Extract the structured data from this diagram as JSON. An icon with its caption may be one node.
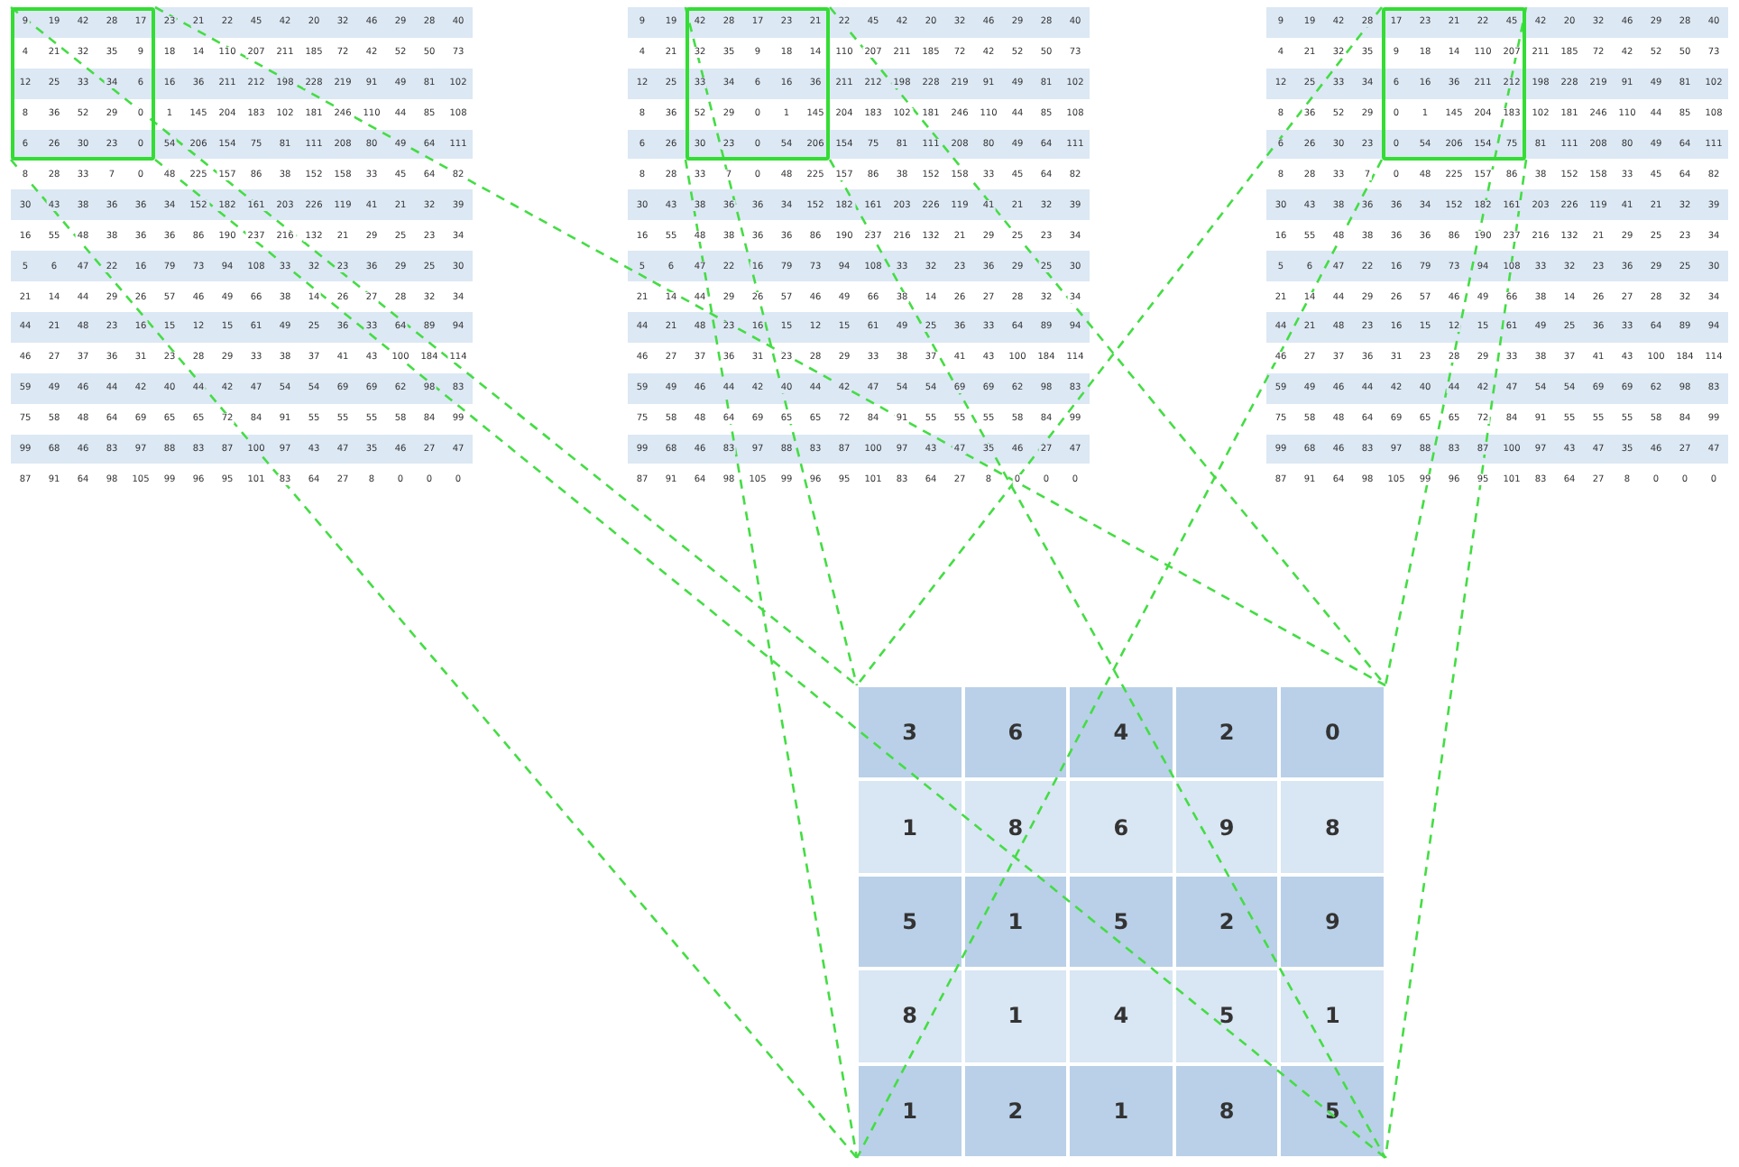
{
  "diagram": {
    "nodes": [
      {
        "text": [],
        "shape": "box"
      },
      {
        "text": [],
        "shape": "box"
      },
      {
        "text": [],
        "shape": "box"
      },
      {
        "text": [
          "3",
          "6",
          "4",
          "2",
          "0",
          "1",
          "8",
          "6",
          "9",
          "8",
          "5",
          "1",
          "5",
          "2",
          "9",
          "8",
          "1",
          "4",
          "5",
          "1",
          "1",
          "2",
          "1",
          "8",
          "5"
        ]
      }
    ],
    "edges": [
      {
        "from": 0,
        "to": 3,
        "arrow": "none",
        "style": "dashed"
      },
      {
        "from": 0,
        "to": 3,
        "arrow": "none",
        "style": "dashed"
      },
      {
        "from": 0,
        "to": 3,
        "arrow": "none",
        "style": "dashed"
      },
      {
        "from": 0,
        "to": 3,
        "arrow": "none",
        "style": "dashed"
      },
      {
        "from": 1,
        "to": 3,
        "arrow": "none",
        "style": "dashed"
      },
      {
        "from": 1,
        "to": 3,
        "arrow": "none",
        "style": "dashed"
      },
      {
        "from": 1,
        "to": 3,
        "arrow": "none",
        "style": "dashed"
      },
      {
        "from": 1,
        "to": 3,
        "arrow": "none",
        "style": "dashed"
      },
      {
        "from": 2,
        "to": 3,
        "arrow": "none",
        "style": "dashed"
      },
      {
        "from": 2,
        "to": 3,
        "arrow": "none",
        "style": "dashed"
      },
      {
        "from": 2,
        "to": 3,
        "arrow": "none",
        "style": "dashed"
      },
      {
        "from": 2,
        "to": 3,
        "arrow": "none",
        "style": "dashed"
      }
    ],
    "labels": [
      "9",
      "19",
      "42",
      "28",
      "17",
      "23",
      "21",
      "22",
      "45",
      "42",
      "20",
      "32",
      "46",
      "29",
      "28",
      "40",
      "4",
      "21",
      "32",
      "35",
      "9",
      "18",
      "14",
      "110",
      "207",
      "211",
      "185",
      "72",
      "42",
      "52",
      "50",
      "73",
      "12",
      "25",
      "33",
      "34",
      "6",
      "16",
      "36",
      "211",
      "212",
      "198",
      "228",
      "219",
      "91",
      "49",
      "81",
      "102",
      "8",
      "36",
      "52",
      "29",
      "0",
      "1",
      "145",
      "204",
      "183",
      "102",
      "181",
      "246",
      "110",
      "44",
      "85",
      "108",
      "6",
      "26",
      "30",
      "23",
      "0",
      "54",
      "206",
      "154",
      "75",
      "81",
      "111",
      "208",
      "80",
      "49",
      "64",
      "111",
      "8",
      "28",
      "33",
      "7",
      "0",
      "48",
      "225",
      "157",
      "86",
      "38",
      "152",
      "158",
      "33",
      "45",
      "64",
      "82",
      "30",
      "43",
      "38",
      "36",
      "36",
      "34",
      "152",
      "182",
      "161",
      "203",
      "226",
      "119",
      "41",
      "21",
      "32",
      "39",
      "16",
      "55",
      "48",
      "38",
      "36",
      "36",
      "86",
      "190",
      "237",
      "216",
      "132",
      "21",
      "29",
      "25",
      "23",
      "34",
      "5",
      "6",
      "47",
      "22",
      "16",
      "79",
      "73",
      "94",
      "108",
      "33",
      "32",
      "23",
      "36",
      "29",
      "25",
      "30",
      "21",
      "14",
      "44",
      "29",
      "26",
      "57",
      "46",
      "49",
      "66",
      "38",
      "14",
      "26",
      "27",
      "28",
      "32",
      "34",
      "44",
      "21",
      "48",
      "23",
      "16",
      "15",
      "12",
      "15",
      "61",
      "49",
      "25",
      "36",
      "33",
      "64",
      "89",
      "94",
      "46",
      "27",
      "37",
      "36",
      "31",
      "23",
      "28",
      "29",
      "33",
      "38",
      "37",
      "41",
      "43",
      "100",
      "184",
      "114",
      "59",
      "49",
      "46",
      "44",
      "42",
      "40",
      "44",
      "42",
      "47",
      "54",
      "54",
      "69",
      "69",
      "62",
      "98",
      "83",
      "75",
      "58",
      "48",
      "64",
      "69",
      "65",
      "65",
      "72",
      "84",
      "91",
      "55",
      "55",
      "55",
      "58",
      "84",
      "99",
      "99",
      "68",
      "46",
      "83",
      "97",
      "88",
      "83",
      "87",
      "100",
      "97",
      "43",
      "47",
      "35",
      "46",
      "27",
      "47",
      "87",
      "91",
      "64",
      "98",
      "105",
      "99",
      "96",
      "95",
      "101",
      "83",
      "64",
      "27",
      "8",
      "0",
      "0",
      "0",
      "9",
      "19",
      "42",
      "28",
      "17",
      "23",
      "21",
      "22",
      "45",
      "42",
      "20",
      "32",
      "46",
      "29",
      "28",
      "40",
      "4",
      "21",
      "32",
      "35",
      "9",
      "18",
      "14",
      "110",
      "207",
      "211",
      "185",
      "72",
      "42",
      "52",
      "50",
      "73",
      "12",
      "25",
      "33",
      "34",
      "6",
      "16",
      "36",
      "211",
      "212",
      "198",
      "228",
      "219",
      "91",
      "49",
      "81",
      "102",
      "8",
      "36",
      "52",
      "29",
      "0",
      "1",
      "145",
      "204",
      "183",
      "102",
      "181",
      "246",
      "110",
      "44",
      "85",
      "108",
      "6",
      "26",
      "30",
      "23",
      "0",
      "54",
      "206",
      "154",
      "75",
      "81",
      "111",
      "208",
      "80",
      "49",
      "64",
      "111",
      "8",
      "28",
      "33",
      "7",
      "0",
      "48",
      "225",
      "157",
      "86",
      "38",
      "152",
      "158",
      "33",
      "45",
      "64",
      "82",
      "30",
      "43",
      "38",
      "36",
      "36",
      "34",
      "152",
      "182",
      "161",
      "203",
      "226",
      "119",
      "41",
      "21",
      "32",
      "39",
      "16",
      "55",
      "48",
      "38",
      "36",
      "36",
      "86",
      "190",
      "237",
      "216",
      "132",
      "21",
      "29",
      "25",
      "23",
      "34",
      "5",
      "6",
      "47",
      "22",
      "16",
      "79",
      "73",
      "94",
      "108",
      "33",
      "32",
      "23",
      "36",
      "29",
      "25",
      "30",
      "21",
      "14",
      "44",
      "29",
      "26",
      "57",
      "46",
      "49",
      "66",
      "38",
      "14",
      "26",
      "27",
      "28",
      "32",
      "34",
      "44",
      "21",
      "48",
      "23",
      "16",
      "15",
      "12",
      "15",
      "61",
      "49",
      "25",
      "36",
      "33",
      "64",
      "89",
      "94",
      "46",
      "27",
      "37",
      "36",
      "31",
      "23",
      "28",
      "29",
      "33",
      "38",
      "37",
      "41",
      "43",
      "100",
      "184",
      "114",
      "59",
      "49",
      "46",
      "44",
      "42",
      "40",
      "44",
      "42",
      "47",
      "54",
      "54",
      "69",
      "69",
      "62",
      "98",
      "83",
      "75",
      "58",
      "48",
      "64",
      "69",
      "65",
      "65",
      "72",
      "84",
      "91",
      "55",
      "55",
      "55",
      "58",
      "84",
      "99",
      "99",
      "68",
      "46",
      "83",
      "97",
      "88",
      "83",
      "87",
      "100",
      "97",
      "43",
      "47",
      "35",
      "46",
      "27",
      "47",
      "87",
      "91",
      "64",
      "98",
      "105",
      "99",
      "96",
      "95",
      "101",
      "83",
      "64",
      "27",
      "8",
      "0",
      "0",
      "0",
      "9",
      "19",
      "42",
      "28",
      "17",
      "23",
      "21",
      "22",
      "45",
      "42",
      "20",
      "32",
      "46",
      "29",
      "28",
      "40",
      "4",
      "21",
      "32",
      "35",
      "9",
      "18",
      "14",
      "110",
      "207",
      "211",
      "185",
      "72",
      "42",
      "52",
      "50",
      "73",
      "12",
      "25",
      "33",
      "34",
      "6",
      "16",
      "36",
      "211",
      "212",
      "198",
      "228",
      "219",
      "91",
      "49",
      "81",
      "102",
      "8",
      "36",
      "52",
      "29",
      "0",
      "1",
      "145",
      "204",
      "183",
      "102",
      "181",
      "246",
      "110",
      "44",
      "85",
      "108",
      "6",
      "26",
      "30",
      "23",
      "0",
      "54",
      "206",
      "154",
      "75",
      "81",
      "111",
      "208",
      "80",
      "49",
      "64",
      "111",
      "8",
      "28",
      "33",
      "7",
      "0",
      "48",
      "225",
      "157",
      "86",
      "38",
      "152",
      "158",
      "33",
      "45",
      "64",
      "82",
      "30",
      "43",
      "38",
      "36",
      "36",
      "34",
      "152",
      "182",
      "161",
      "203",
      "226",
      "119",
      "41",
      "21",
      "32",
      "39",
      "16",
      "55",
      "48",
      "38",
      "36",
      "36",
      "86",
      "190",
      "237",
      "216",
      "132",
      "21",
      "29",
      "25",
      "23",
      "34",
      "5",
      "6",
      "47",
      "22",
      "16",
      "79",
      "73",
      "94",
      "108",
      "33",
      "32",
      "23",
      "36",
      "29",
      "25",
      "30",
      "21",
      "14",
      "44",
      "29",
      "26",
      "57",
      "46",
      "49",
      "66",
      "38",
      "14",
      "26",
      "27",
      "28",
      "32",
      "34",
      "44",
      "21",
      "48",
      "23",
      "16",
      "15",
      "12",
      "15",
      "61",
      "49",
      "25",
      "36",
      "33",
      "64",
      "89",
      "94",
      "46",
      "27",
      "37",
      "36",
      "31",
      "23",
      "28",
      "29",
      "33",
      "38",
      "37",
      "41",
      "43",
      "100",
      "184",
      "114",
      "59",
      "49",
      "46",
      "44",
      "42",
      "40",
      "44",
      "42",
      "47",
      "54",
      "54",
      "69",
      "69",
      "62",
      "98",
      "83",
      "75",
      "58",
      "48",
      "64",
      "69",
      "65",
      "65",
      "72",
      "84",
      "91",
      "55",
      "55",
      "55",
      "58",
      "84",
      "99",
      "99",
      "68",
      "46",
      "83",
      "97",
      "88",
      "83",
      "87",
      "100",
      "97",
      "43",
      "47",
      "35",
      "46",
      "27",
      "47",
      "87",
      "91",
      "64",
      "98",
      "105",
      "99",
      "96",
      "95",
      "101",
      "83",
      "64",
      "27",
      "8",
      "0",
      "0",
      "0"
    ]
  }
}
